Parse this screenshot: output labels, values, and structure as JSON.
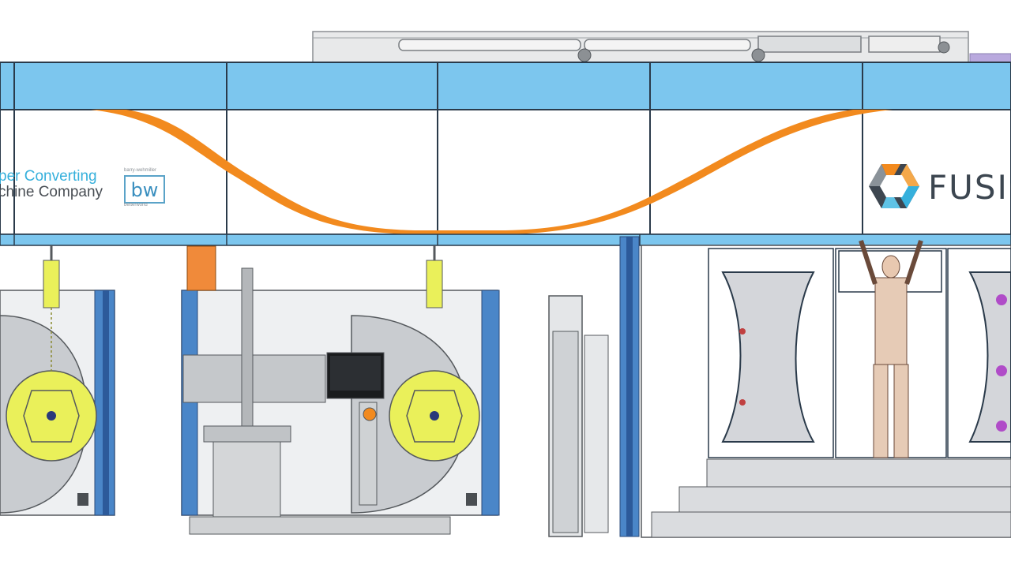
{
  "branding": {
    "left_line1": "per Converting",
    "left_line2": "chine Company",
    "bw_mark": "bw",
    "bw_top": "barry-wehmiller",
    "bw_bottom": "betterworld",
    "fusion_logo": "FUSIO"
  },
  "colors": {
    "blue_band": "#7cc6ee",
    "orange_web": "#f28a1e",
    "frame_blue": "#4a86c8",
    "yellow_roll": "#eaf05a",
    "grey": "#d4d6d8"
  }
}
